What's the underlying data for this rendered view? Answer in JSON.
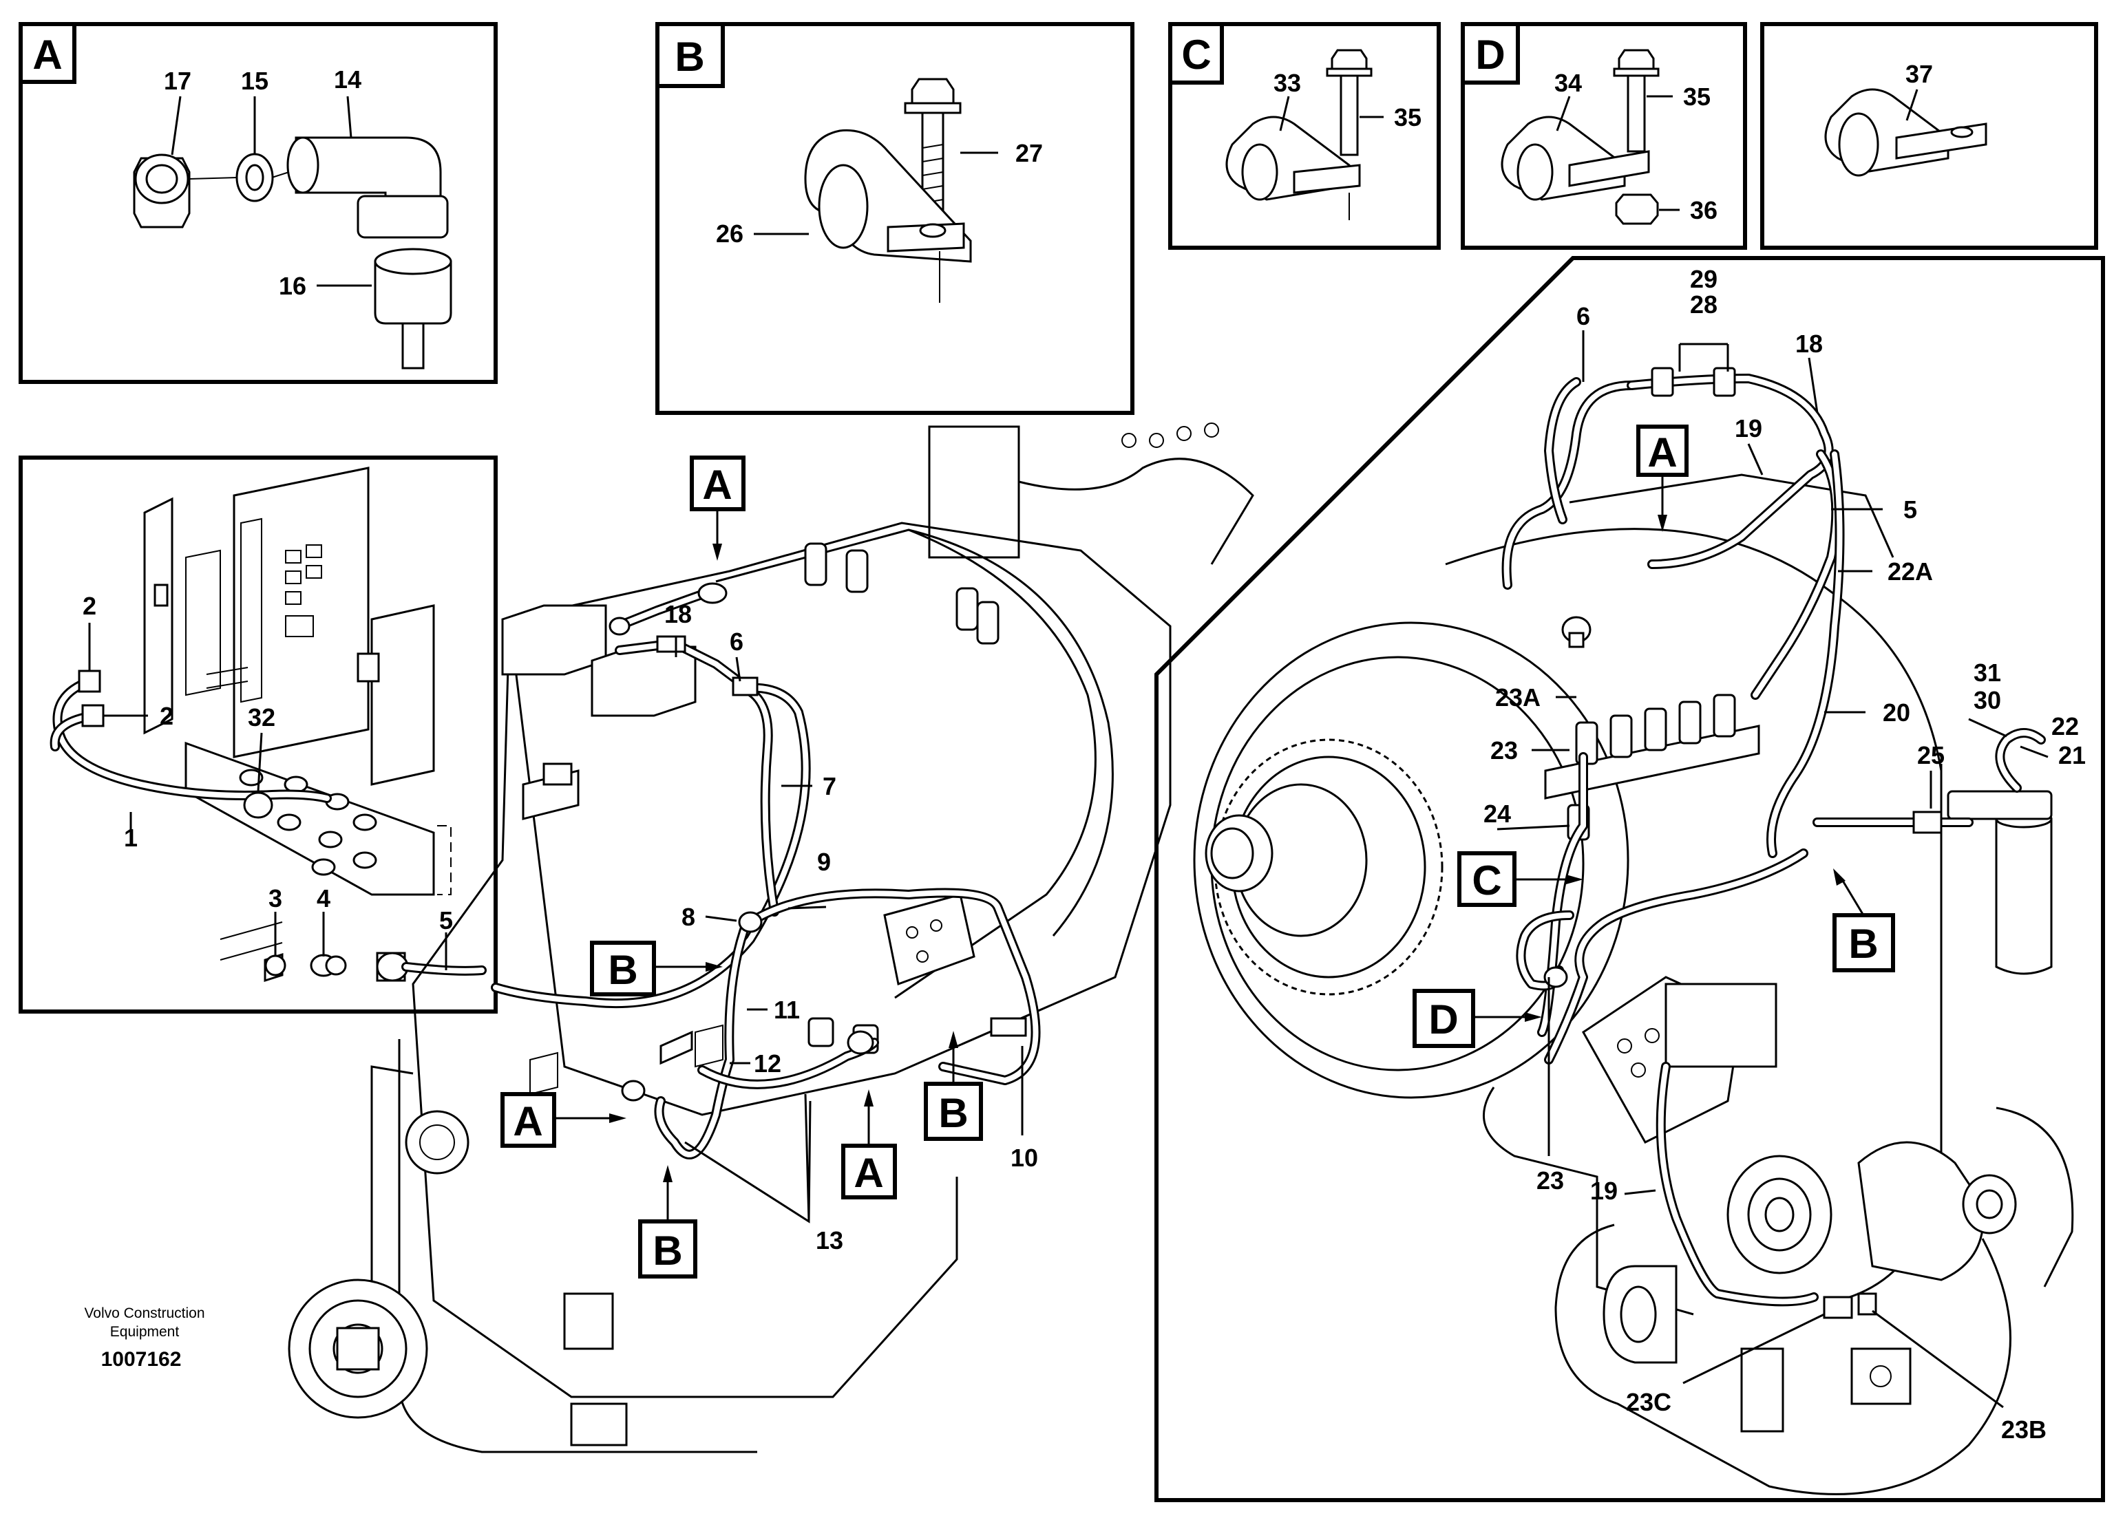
{
  "branding": {
    "company_line1": "Volvo Construction",
    "company_line2": "Equipment",
    "drawing_number": "1007162"
  },
  "insets": {
    "A": {
      "letter": "A",
      "parts": [
        "17",
        "15",
        "14",
        "16"
      ]
    },
    "B": {
      "letter": "B",
      "parts": [
        "27",
        "26"
      ]
    },
    "C": {
      "letter": "C",
      "parts": [
        "33",
        "35"
      ]
    },
    "D": {
      "letter": "D",
      "parts": [
        "34",
        "35",
        "36"
      ]
    },
    "E": {
      "letter": "",
      "parts": [
        "37"
      ]
    },
    "harness": {
      "parts": [
        "2",
        "2",
        "32",
        "1",
        "3",
        "4",
        "5"
      ]
    }
  },
  "main_view": {
    "callouts": [
      "A",
      "A",
      "A",
      "B",
      "B",
      "B"
    ],
    "part_labels": [
      "18",
      "6",
      "7",
      "9",
      "8",
      "11",
      "12",
      "10",
      "13"
    ]
  },
  "detail_view": {
    "callouts": [
      "A",
      "C",
      "D",
      "B"
    ],
    "part_labels": [
      "6",
      "29",
      "28",
      "18",
      "19",
      "5",
      "22A",
      "23A",
      "23",
      "24",
      "20",
      "31",
      "30",
      "22",
      "21",
      "25",
      "23",
      "19",
      "23C",
      "23B"
    ]
  }
}
